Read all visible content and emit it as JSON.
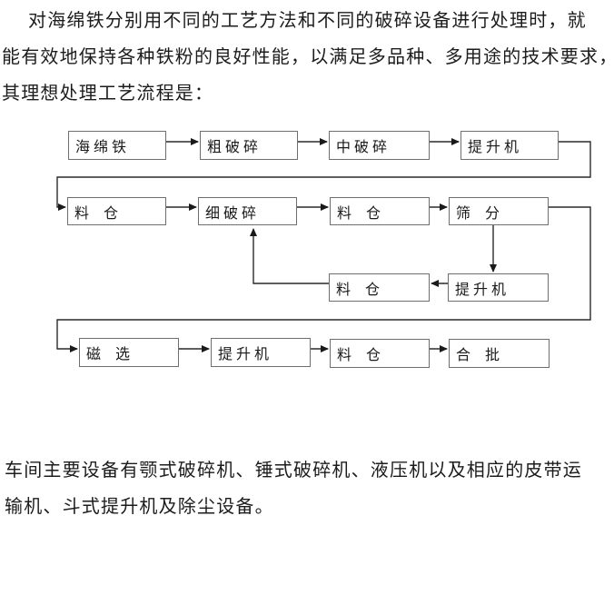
{
  "paragraph_top": {
    "lines": [
      "对海绵铁分别用不同的工艺方法和不同的破碎设备进行处理时，就",
      "能有效地保持各种铁粉的良好性能，以满足多品种、多用途的技术要求，",
      "其理想处理工艺流程是："
    ]
  },
  "flowchart": {
    "boxes": [
      {
        "label": "海 绵 铁"
      },
      {
        "label": "粗 破 碎"
      },
      {
        "label": "中 破 碎"
      },
      {
        "label": "提 升 机"
      },
      {
        "label": "料　仓"
      },
      {
        "label": "细 破 碎"
      },
      {
        "label": "料　仓"
      },
      {
        "label": "筛　分"
      },
      {
        "label": "料　仓"
      },
      {
        "label": "提 升 机"
      },
      {
        "label": "磁　选"
      },
      {
        "label": "提 升 机"
      },
      {
        "label": "料　仓"
      },
      {
        "label": "合　批"
      }
    ],
    "edges": [
      "海绵铁→粗破碎",
      "粗破碎→中破碎",
      "中破碎→提升机",
      "提升机→料仓(第二行)",
      "料仓→细破碎",
      "细破碎→料仓(第二行)",
      "料仓→筛分",
      "筛分→提升机(第三行)",
      "提升机(第三行)→料仓(第三行)",
      "料仓(第三行)→细破碎",
      "筛分→磁选",
      "磁选→提升机(第四行)",
      "提升机(第四行)→料仓(第四行)",
      "料仓(第四行)→合批"
    ],
    "line_color": "#2a2a2a",
    "box_border_color": "#6e6e6e"
  },
  "paragraph_bottom": {
    "lines": [
      "车间主要设备有颚式破碎机、锤式破碎机、液压机以及相应的皮带运",
      "输机、斗式提升机及除尘设备。"
    ]
  }
}
